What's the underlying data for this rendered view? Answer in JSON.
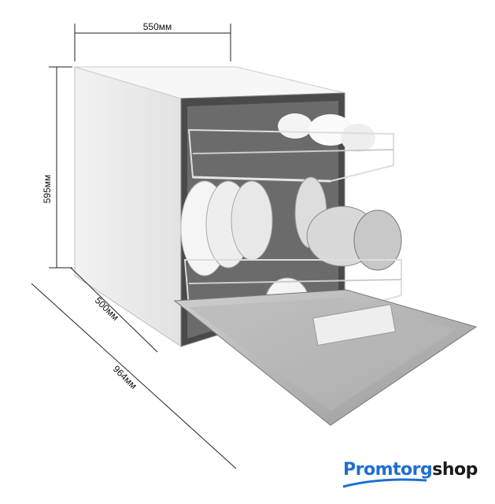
{
  "dimensions": {
    "width": "550мм",
    "height": "595мм",
    "depth": "500мм",
    "depth_open": "964мм"
  },
  "logo": {
    "part1": "Promtorg",
    "part2": "shop",
    "color_primary": "#1e6fd0",
    "color_secondary": "#1a1a1a"
  }
}
